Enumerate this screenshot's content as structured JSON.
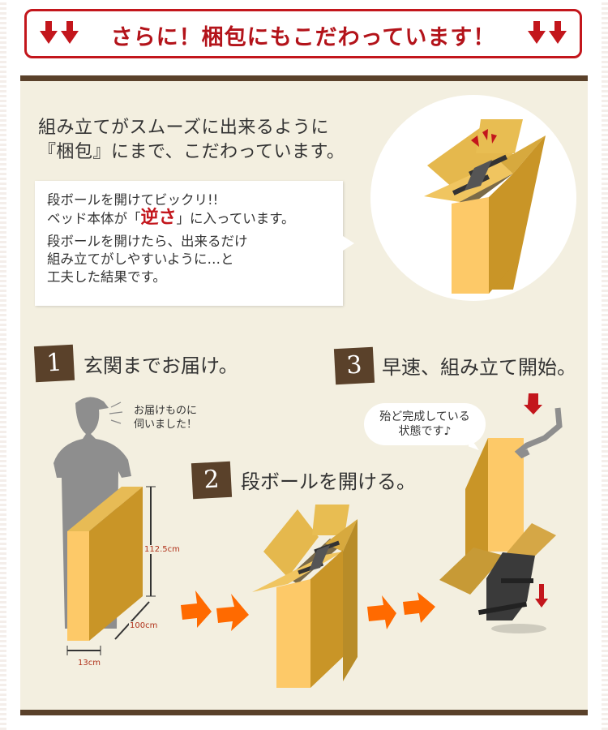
{
  "banner": {
    "title": "さらに！梱包にもこだわっています！",
    "left_icon": "double-down-arrow-icon",
    "right_icon": "double-down-arrow-icon",
    "accent_color": "#c3161c"
  },
  "intro": {
    "line1": "組み立てがスムーズに出来るように",
    "line2": "『梱包』にまで、こだわっています。"
  },
  "callout": {
    "line1": "段ボールを開けてビックリ!!",
    "line2_prefix": "ベッド本体が「",
    "line2_highlight": "逆さ",
    "line2_suffix": "」に入っています。",
    "line3": "段ボールを開けたら、出来るだけ",
    "line4": "組み立てがしやすいように…と",
    "line5": "工夫した結果です。"
  },
  "steps": [
    {
      "number": "1",
      "label": "玄関までお届け。"
    },
    {
      "number": "2",
      "label": "段ボールを開ける。"
    },
    {
      "number": "3",
      "label": "早速、組み立て開始。"
    }
  ],
  "delivery_speech": {
    "line1": "お届けものに",
    "line2": "伺いました！"
  },
  "assembly_speech": {
    "line1": "殆ど完成している",
    "line2": "状態です♪"
  },
  "dimensions": {
    "height": "112.5cm",
    "depth": "100cm",
    "width": "13cm"
  },
  "colors": {
    "brown": "#5a412a",
    "panel": "#f3efe0",
    "box_light": "#fdc968",
    "box_dark": "#c99527",
    "arrow_orange": "#ff6a00"
  }
}
